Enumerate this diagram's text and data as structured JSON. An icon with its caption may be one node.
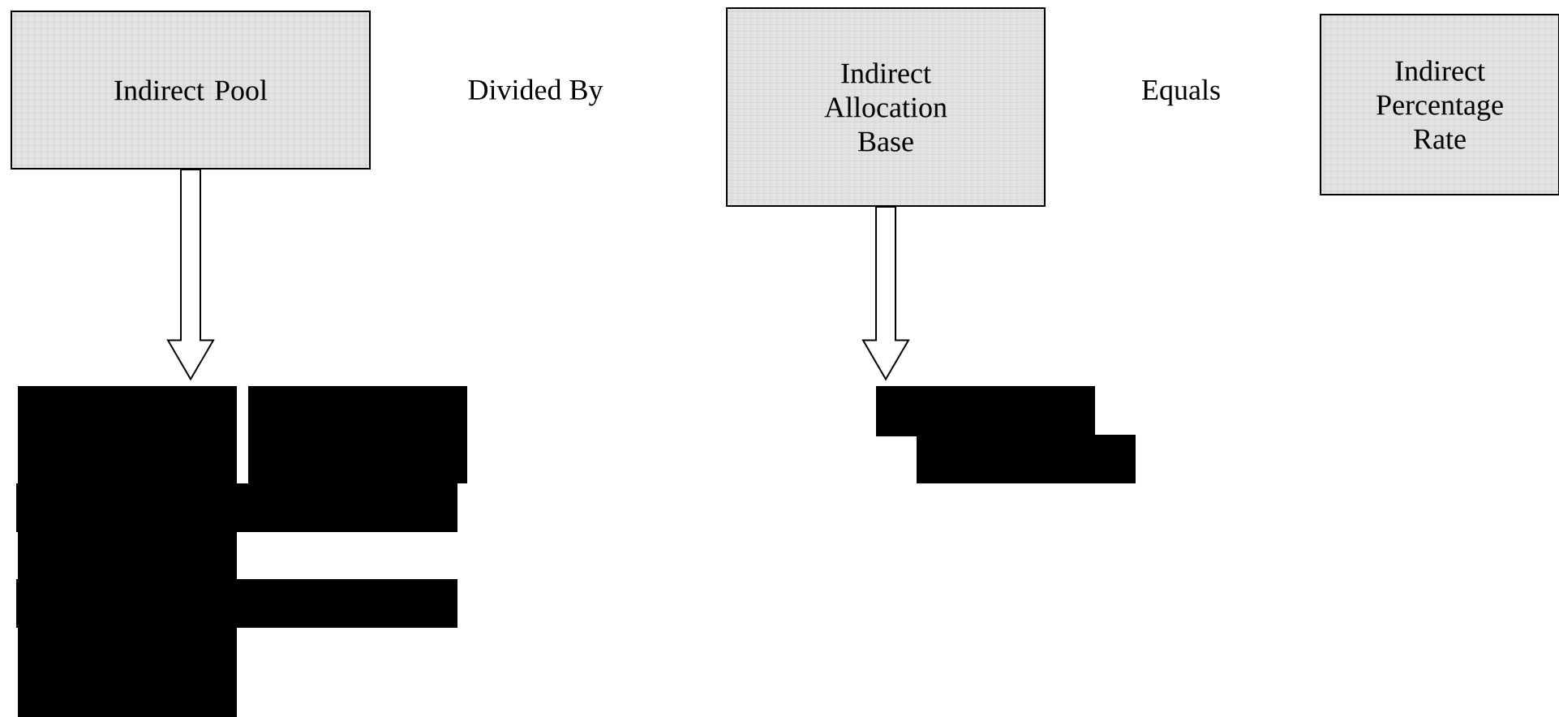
{
  "diagram": {
    "nodes": [
      {
        "text": [
          "Indirect Pool"
        ]
      },
      {
        "text": [
          "Indirect Allocation Base"
        ]
      },
      {
        "text": [
          "Indirect Percentage Rate"
        ]
      },
      {
        "text": [],
        "shape": "box"
      },
      {
        "text": [],
        "shape": "box"
      }
    ],
    "edges": [
      {
        "from": 0,
        "to": 3,
        "arrow": "to"
      },
      {
        "from": 1,
        "to": 4,
        "arrow": "to"
      }
    ],
    "labels": [
      "Divided By",
      "Equals"
    ]
  }
}
